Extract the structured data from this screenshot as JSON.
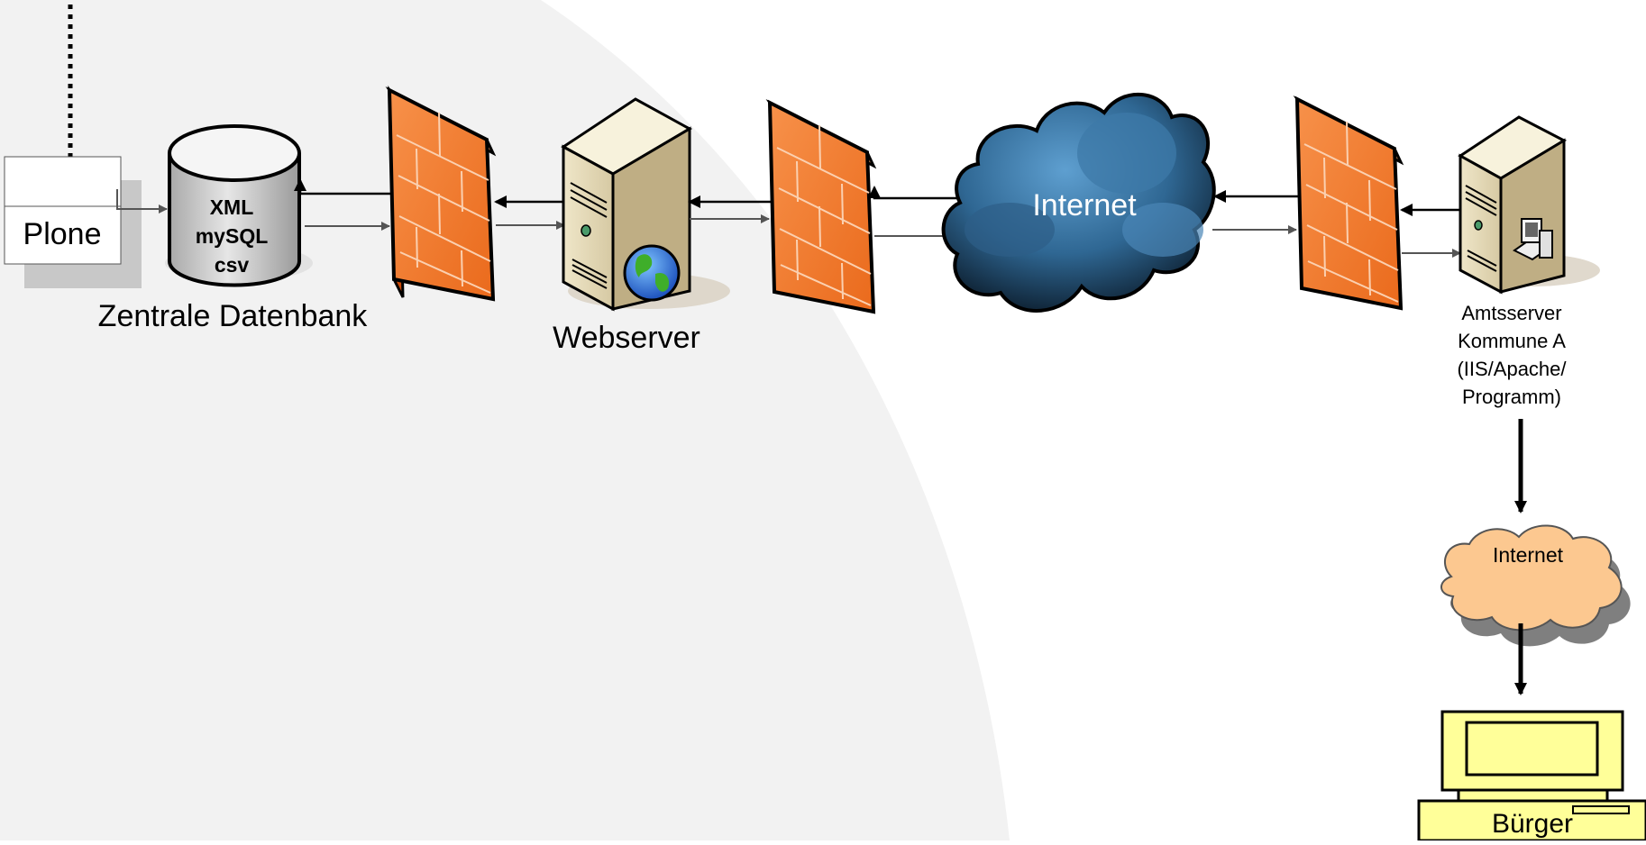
{
  "plone": {
    "label": "Plone"
  },
  "database": {
    "lines": [
      "XML",
      "mySQL",
      "csv"
    ],
    "caption": "Zentrale Datenbank"
  },
  "webserver": {
    "caption": "Webserver"
  },
  "internet_main": {
    "label": "Internet"
  },
  "amtsserver": {
    "caption_lines": [
      "Amtsserver",
      "Kommune A",
      "(IIS/Apache/",
      "Programm)"
    ]
  },
  "internet_small": {
    "label": "Internet"
  },
  "buerger": {
    "label": "Bürger"
  },
  "colors": {
    "firewall_front": "#f07a28",
    "firewall_side": "#e05a10",
    "cloud_dark": "#1e3c5a",
    "cloud_light": "#4d8bbd",
    "cloud_small": "#fcc890",
    "computer": "#ffff99",
    "background_shape": "#f2f2f2"
  }
}
